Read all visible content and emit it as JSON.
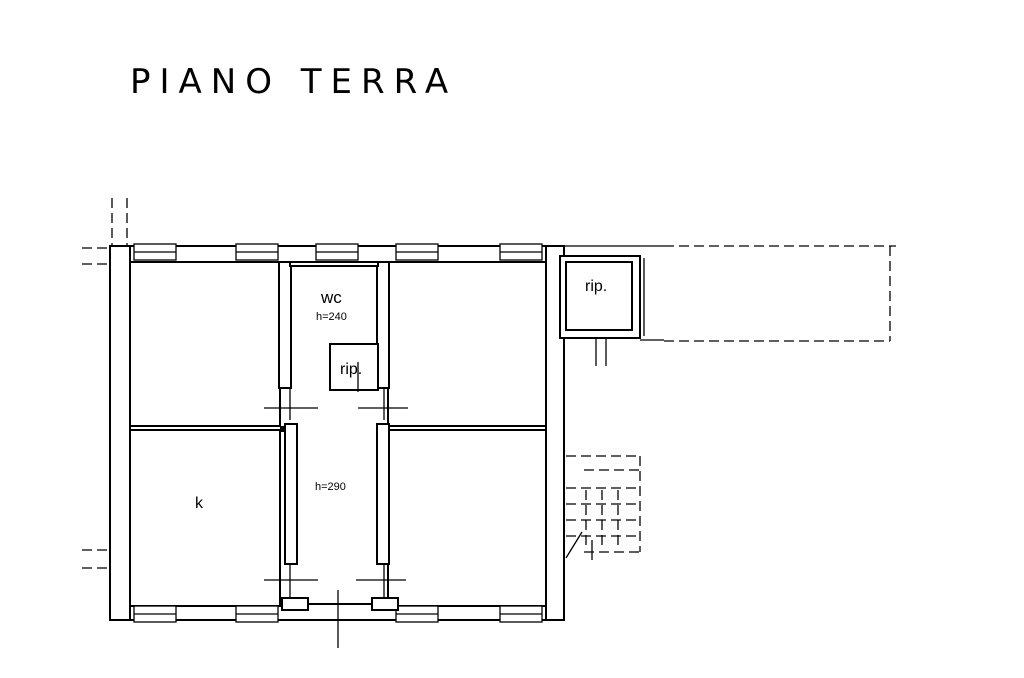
{
  "title": "PIANO TERRA",
  "rooms": {
    "wc": {
      "name": "wc",
      "height": "h=240"
    },
    "rip_small": "rip.",
    "rip_annex": "rip.",
    "corridor": {
      "height": "h=290"
    },
    "kitchen": "k"
  }
}
